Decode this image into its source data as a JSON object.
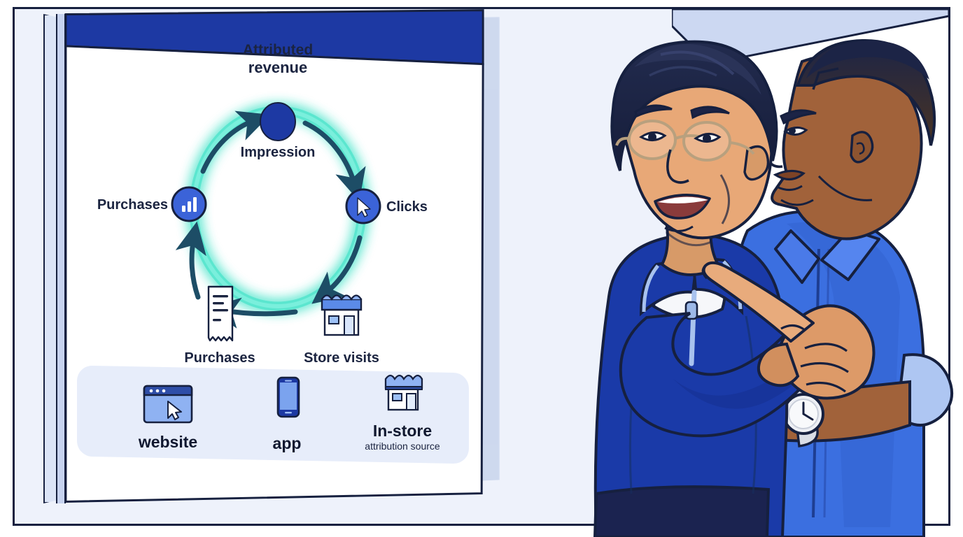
{
  "scene": {
    "title": "Attribution cycle whiteboard presentation",
    "setting": "office room corner with whiteboard"
  },
  "whiteboard": {
    "heading": "Attributed revenue",
    "diagram_type": "cycle",
    "nodes": [
      {
        "id": "impression",
        "label": "Impression",
        "icon": "filled-circle-icon",
        "position": "top"
      },
      {
        "id": "clicks",
        "label": "Clicks",
        "icon": "cursor-icon",
        "position": "right"
      },
      {
        "id": "store-visits",
        "label": "Store visits",
        "icon": "storefront-icon",
        "position": "bottom-right"
      },
      {
        "id": "purchases-receipt",
        "label": "Purchases",
        "icon": "receipt-icon",
        "position": "bottom-left"
      },
      {
        "id": "purchases-chart",
        "label": "Purchases",
        "icon": "bar-chart-icon",
        "position": "left"
      }
    ],
    "flow_order": [
      "Impression",
      "Clicks",
      "Store visits",
      "Purchases",
      "Purchases",
      "Impression"
    ]
  },
  "legend": {
    "subtitle": "attribution source",
    "items": [
      {
        "label": "website",
        "icon": "browser-window-cursor-icon"
      },
      {
        "label": "app",
        "icon": "smartphone-icon"
      },
      {
        "label": "In-store",
        "icon": "storefront-icon"
      }
    ]
  },
  "people": [
    {
      "id": "presenter",
      "description": "man with glasses pointing at whiteboard",
      "clothing": "royal blue quarter-zip sweater over white tee",
      "action": "pointing"
    },
    {
      "id": "listener",
      "description": "man in profile wearing wristwatch",
      "clothing": "blue button-up shirt with rolled sleeve",
      "accessory": "analog wristwatch"
    }
  ],
  "colors": {
    "navy": "#16203f",
    "deep_blue": "#1d39a3",
    "royal_blue": "#1a3aa8",
    "node_blue": "#3b63d8",
    "shirt_blue": "#3b6fe0",
    "glow_teal": "#5de8d0",
    "arrow_navy": "#1d4d66",
    "wall_left": "#eef2fb",
    "ceiling": "#ccd8f2",
    "legend_bg": "#e7edfa",
    "skin_light": "#e8a877",
    "skin_dark": "#9a5c34",
    "white": "#ffffff"
  }
}
